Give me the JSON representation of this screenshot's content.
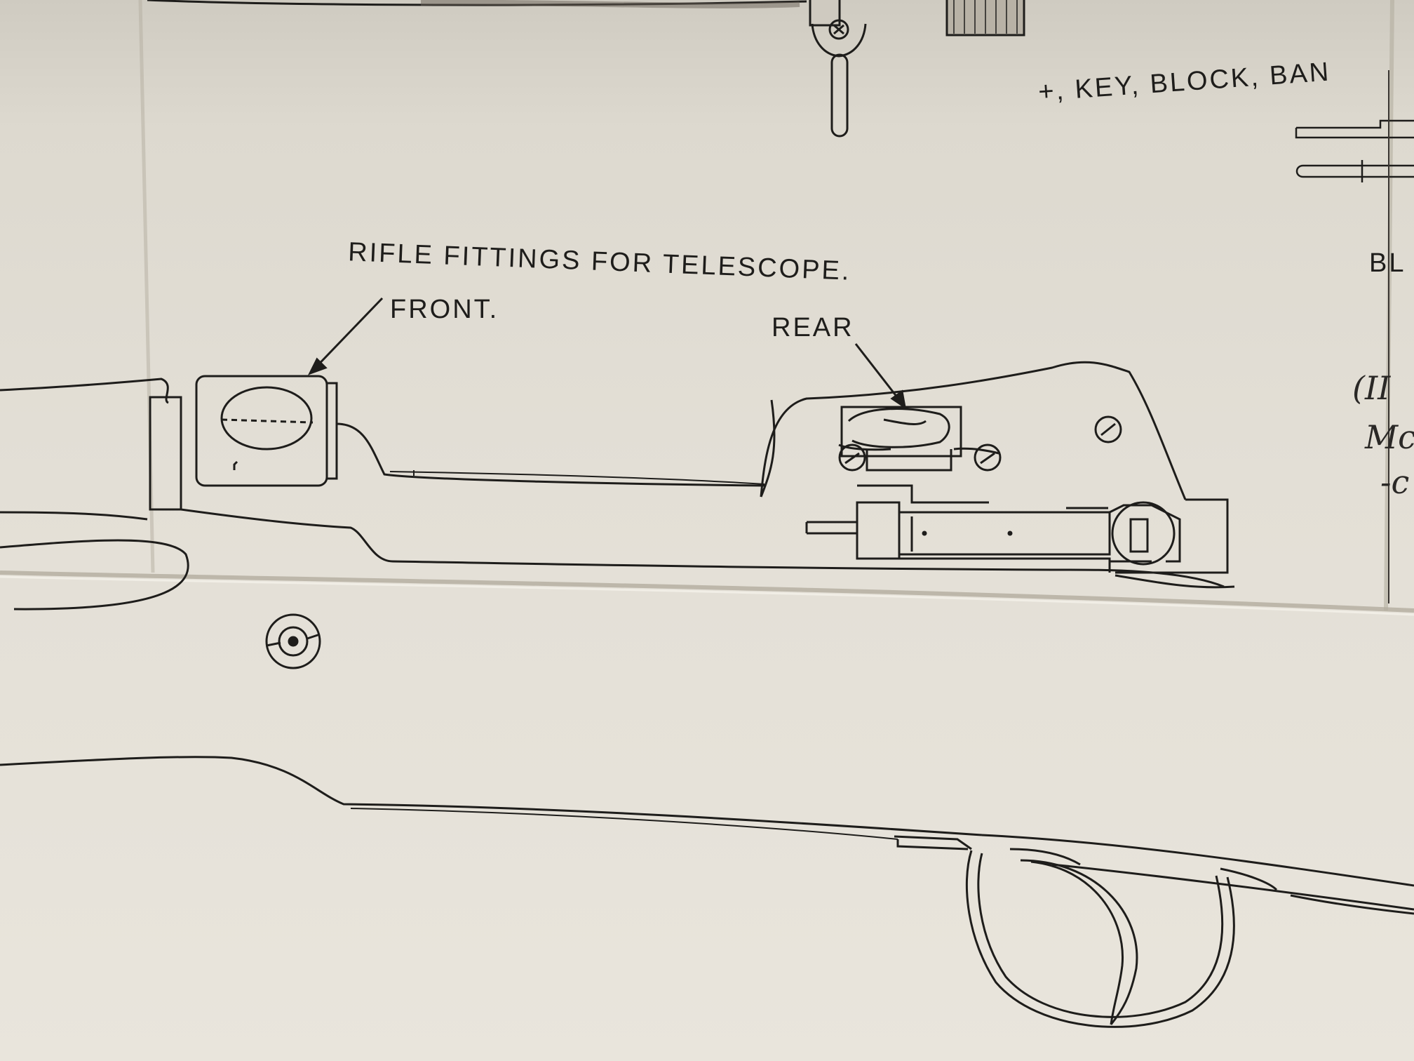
{
  "labels": {
    "main_title": "RIFLE FITTINGS FOR TELESCOPE.",
    "front": "FRONT.",
    "rear": "REAR",
    "top_right": "+, KEY, BLOCK, BAN",
    "frag_bl": "BL",
    "frag_ii": "(II",
    "frag_mc": "Mc",
    "frag_dash": "-c"
  },
  "colors": {
    "ink": "#1e1d1b",
    "paper": "#e4e0d7",
    "fold_shadow": "#b9b3a6"
  }
}
